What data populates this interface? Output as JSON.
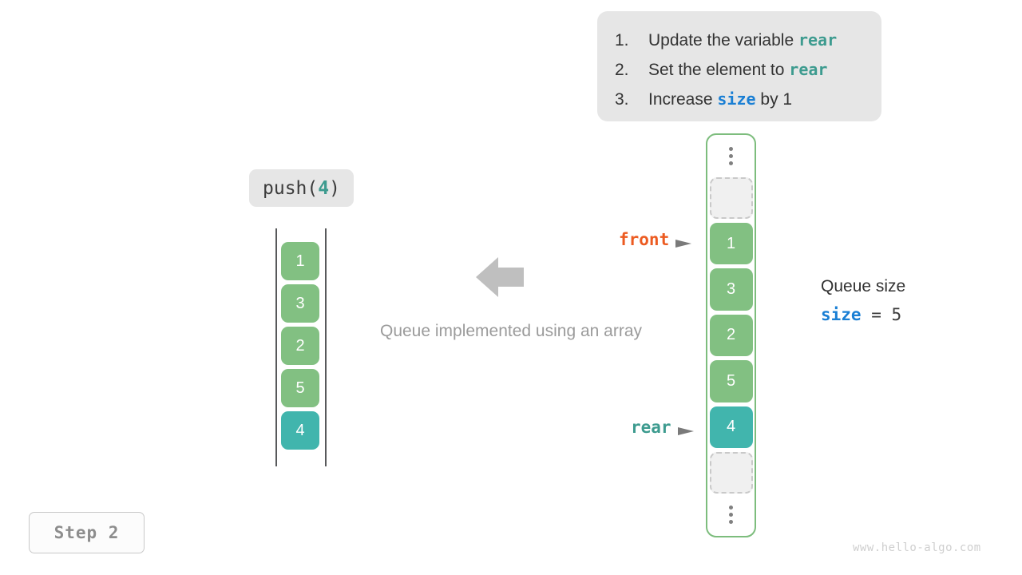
{
  "instructions": {
    "items": [
      {
        "num": "1.",
        "before": "Update the variable ",
        "code": "rear",
        "code_color": "teal",
        "after": ""
      },
      {
        "num": "2.",
        "before": "Set the element to ",
        "code": "rear",
        "code_color": "teal",
        "after": ""
      },
      {
        "num": "3.",
        "before": "Increase ",
        "code": "size",
        "code_color": "blue",
        "after": " by 1"
      }
    ]
  },
  "operation": {
    "prefix": "push(",
    "arg": "4",
    "suffix": ")"
  },
  "left_array": {
    "cells": [
      {
        "value": "1",
        "style": "green"
      },
      {
        "value": "3",
        "style": "green"
      },
      {
        "value": "2",
        "style": "green"
      },
      {
        "value": "5",
        "style": "green"
      },
      {
        "value": "4",
        "style": "teal"
      }
    ]
  },
  "center": {
    "caption": "Queue implemented using an array",
    "arrow_direction": "left",
    "arrow_color": "#bfbfbf"
  },
  "memory_array": {
    "cells": [
      {
        "value": "",
        "style": "dots"
      },
      {
        "value": "",
        "style": "empty"
      },
      {
        "value": "1",
        "style": "green"
      },
      {
        "value": "3",
        "style": "green"
      },
      {
        "value": "2",
        "style": "green"
      },
      {
        "value": "5",
        "style": "green"
      },
      {
        "value": "4",
        "style": "teal"
      },
      {
        "value": "",
        "style": "empty"
      },
      {
        "value": "",
        "style": "dots"
      }
    ],
    "border_color": "#7dbd7d"
  },
  "pointers": {
    "front": {
      "label": "front",
      "color": "#ec5b21"
    },
    "rear": {
      "label": "rear",
      "color": "#3d9b8f"
    }
  },
  "size_panel": {
    "title": "Queue size",
    "var_name": "size",
    "equals": " = ",
    "value": "5"
  },
  "step_badge": {
    "label": "Step 2"
  },
  "watermark": {
    "text": "www.hello-algo.com"
  },
  "colors": {
    "green": "#82c082",
    "teal": "#41b5ad",
    "blue": "#1a7fd4",
    "orange": "#ec5b21",
    "panel_bg": "#e6e6e6"
  }
}
